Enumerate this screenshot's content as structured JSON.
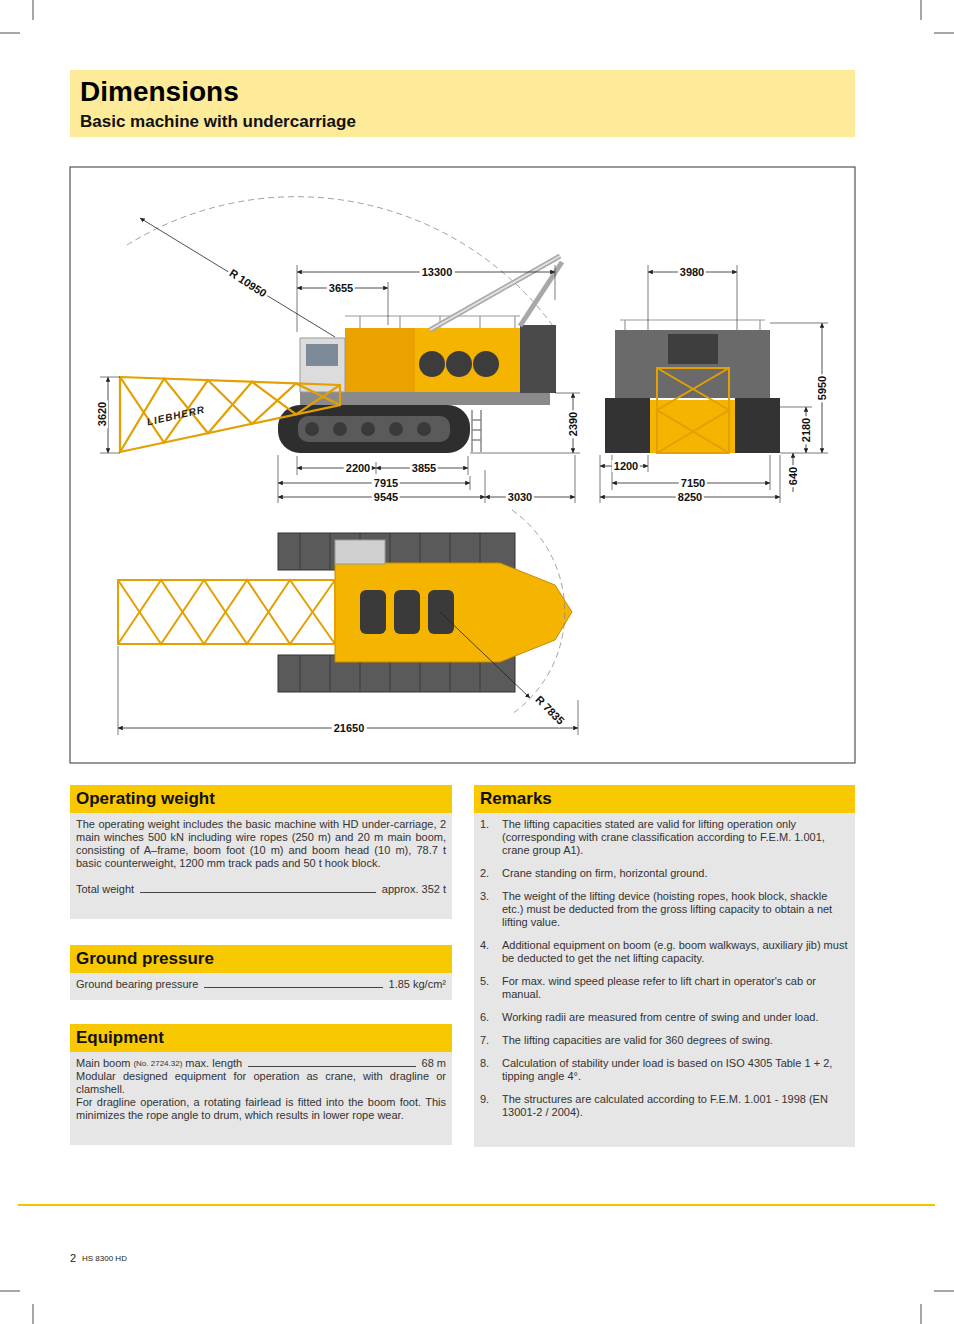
{
  "diagram": {
    "title": "Dimensions",
    "nodes": [
      {
        "text": [
          "Operating weight",
          "The operating weight includes the basic machine with HD under-carriage, 2 main winches 500 kN including wire ropes (250 m) and 20 m main boom, consisting of A–frame, boom foot (10 m) and boom head (10 m), 78.7 t basic counterweight, 1200 mm track pads and 50 t hook block.",
          "Total weight",
          "approx. 352 t"
        ]
      },
      {
        "text": [
          "Ground pressure",
          "Ground bearing pressure",
          "1.85 kg/cm²"
        ]
      },
      {
        "text": [
          "Equipment",
          "Main boom",
          "(No. 2724.32)",
          "max. length",
          "68 m",
          "Modular designed equipment for operation as crane, with dragline or clamshell.",
          "For dragline operation, a rotating fairlead is fitted into the boom foot. This minimizes the rope angle to drum, which results in lower rope wear."
        ]
      },
      {
        "text": [
          "Remarks",
          "1.",
          "The lifting capacities stated are valid for lifting operation only (corresponding with crane classification according to F.E.M. 1.001, crane group A1).",
          "2.",
          "Crane standing on firm, horizontal ground.",
          "3.",
          "The weight of the lifting device (hoisting ropes, hook block, shackle etc.) must be deducted from the gross lifting capacity to obtain a net lifting value.",
          "4.",
          "Additional equipment on boom (e.g. boom walkways, auxiliary jib) must be deducted to get the net lifting capacity.",
          "5.",
          "For max. wind speed please refer to lift chart in operator's cab or manual.",
          "6.",
          "Working radii are measured from centre of swing and under load.",
          "7.",
          "The lifting capacities are valid for 360 degrees of swing.",
          "8.",
          "Calculation of stability under load is based on ISO 4305 Table 1 + 2, tipping angle 4°.",
          "9.",
          "The structures are calculated according to F.E.M. 1.001 - 1998 (EN 13001-2 / 2004)."
        ]
      }
    ],
    "labels": [
      "Basic machine with undercarriage",
      "R 10950",
      "13300",
      "3655",
      "3620",
      "LIEBHERR",
      "2390",
      "2200",
      "3855",
      "7915",
      "9545",
      "3030",
      "3980",
      "5950",
      "2180",
      "1200",
      "640",
      "7150",
      "8250",
      "R 7835",
      "21650",
      "2",
      "HS 8300 HD"
    ]
  }
}
